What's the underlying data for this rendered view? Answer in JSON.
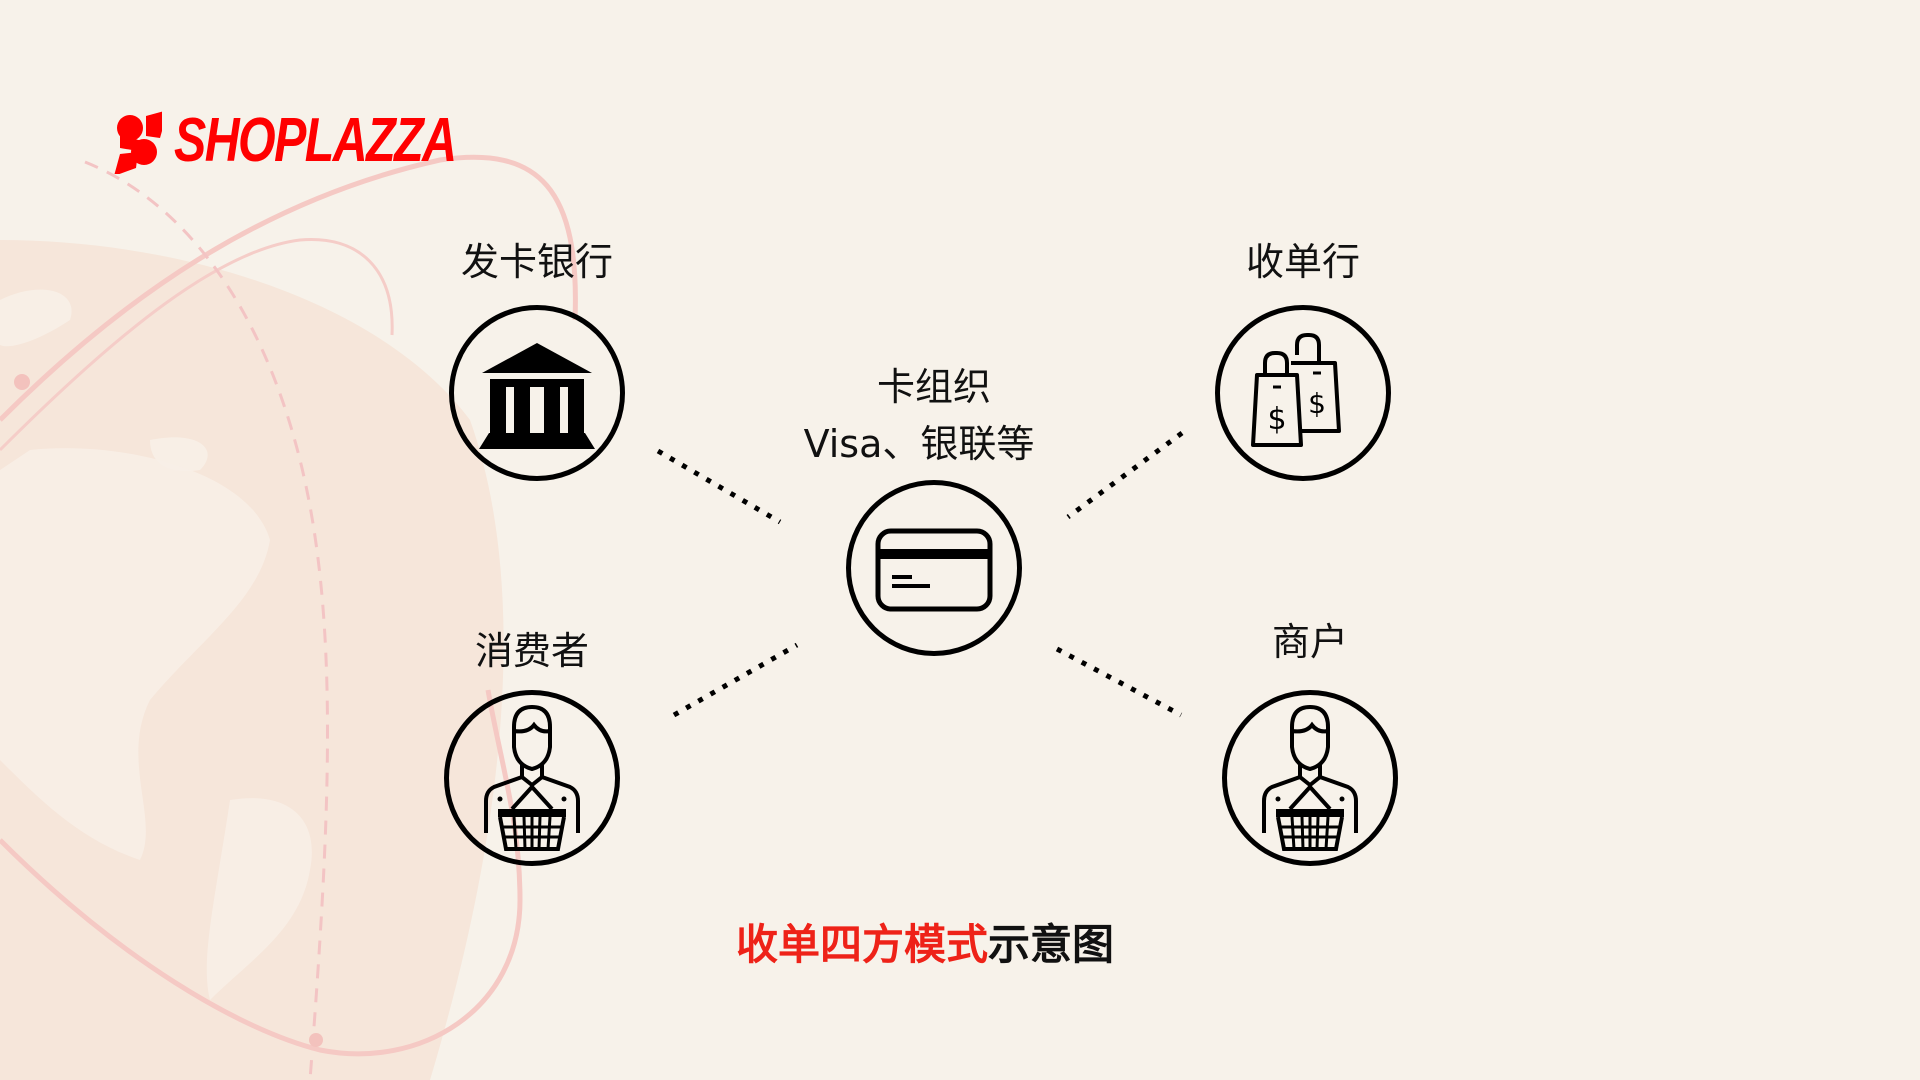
{
  "brand": {
    "logo_text": "SHOPLAZZA",
    "logo_icon": "shoplazza-s-mark-icon",
    "color": "#ff0000"
  },
  "diagram": {
    "nodes": [
      {
        "id": "issuer",
        "label": "发卡银行",
        "icon": "bank-icon"
      },
      {
        "id": "card_network",
        "label_line1": "卡组织",
        "label_line2": "Visa、银联等",
        "icon": "credit-card-icon"
      },
      {
        "id": "acquirer",
        "label": "收单行",
        "icon": "shopping-bags-dollar-icon"
      },
      {
        "id": "consumer",
        "label": "消费者",
        "icon": "person-with-basket-icon"
      },
      {
        "id": "merchant",
        "label": "商户",
        "icon": "person-with-basket-icon"
      }
    ],
    "connections": [
      {
        "from": "issuer",
        "to": "card_network",
        "style": "dotted"
      },
      {
        "from": "acquirer",
        "to": "card_network",
        "style": "dotted"
      },
      {
        "from": "consumer",
        "to": "card_network",
        "style": "dotted"
      },
      {
        "from": "merchant",
        "to": "card_network",
        "style": "dotted"
      }
    ]
  },
  "caption": {
    "highlight": "收单四方模式",
    "rest": "示意图",
    "highlight_color": "#ee2218"
  },
  "colors": {
    "background": "#f7f2ea",
    "globe": "#f6e6da",
    "arc": "#f5c9c4"
  }
}
